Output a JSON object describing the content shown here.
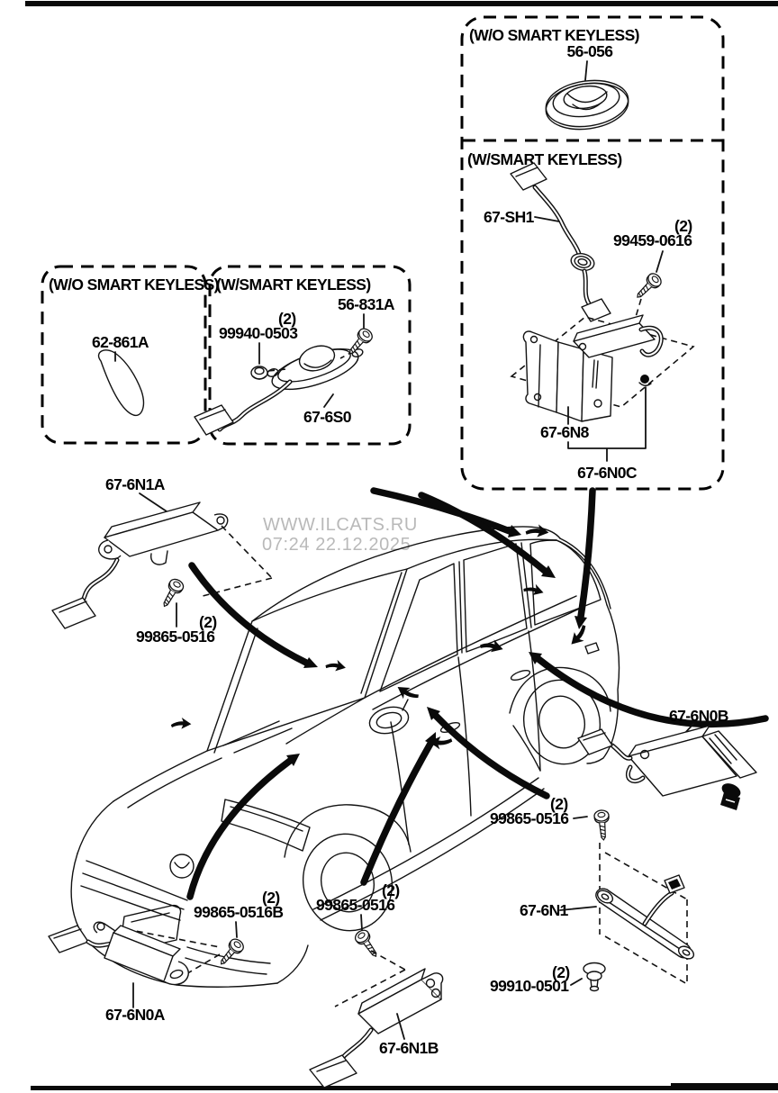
{
  "watermark": {
    "site": "WWW.ILCATS.RU",
    "timestamp": "07:24 22.12.2025"
  },
  "callouts": {
    "top_box_upper": {
      "variant": "(W/O SMART KEYLESS)",
      "buzzer": "56-056"
    },
    "top_box_lower": {
      "variant": "(W/SMART KEYLESS)",
      "harness": "67-SH1",
      "screw": "99459-0616",
      "screw_qty": "(2)",
      "bracket": "67-6N8",
      "assembly": "67-6N0C"
    },
    "left_box": {
      "variant": "(W/O SMART KEYLESS)",
      "cover": "62-861A"
    },
    "center_box": {
      "variant": "(W/SMART KEYLESS)",
      "nut": "99940-0503",
      "nut_qty": "(2)",
      "screw": "56-831A",
      "antenna": "67-6S0"
    }
  },
  "parts": {
    "antenna_front_roof": {
      "id": "67-6N1A",
      "screw": "99865-0516",
      "screw_qty": "(2)"
    },
    "antenna_rear_quarter": {
      "id": "67-6N0B"
    },
    "antenna_liftgate": {
      "id": "67-6N1",
      "screw": "99865-0516",
      "screw_qty": "(2)",
      "grommet": "99910-0501",
      "grommet_qty": "(2)"
    },
    "antenna_front_door": {
      "id": "67-6N0A",
      "screw": "99865-0516B",
      "screw_qty": "(2)"
    },
    "antenna_center": {
      "id": "67-6N1B",
      "screw": "99865-0516",
      "screw_qty": "(2)"
    }
  }
}
